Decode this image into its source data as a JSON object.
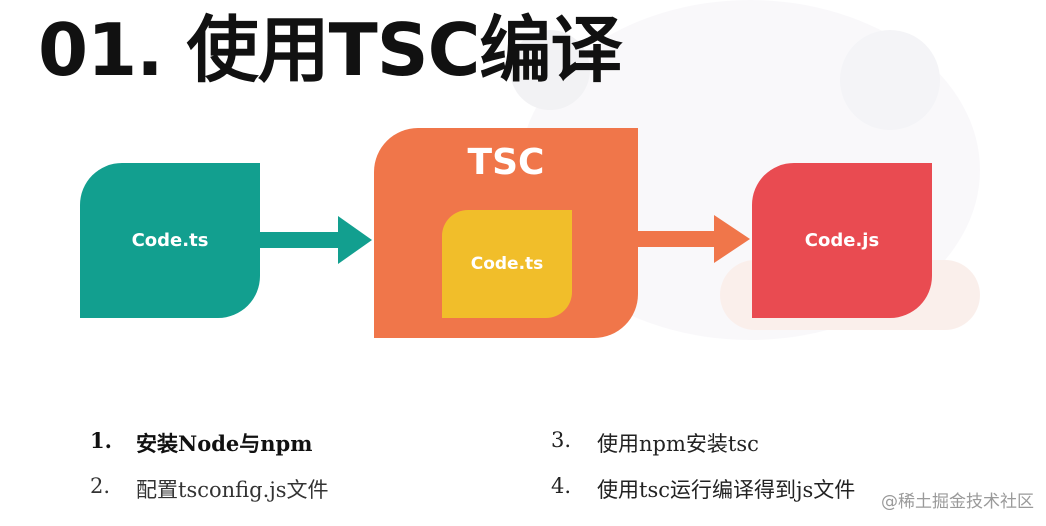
{
  "title": "01. 使用TSC编译",
  "diagram": {
    "source_node": "Code.ts",
    "compiler_node": "TSC",
    "compiler_inner_node": "Code.ts",
    "output_node": "Code.js"
  },
  "steps": [
    {
      "num": "1.",
      "text": "安装Node与npm"
    },
    {
      "num": "2.",
      "text": "配置tsconfig.js文件"
    },
    {
      "num": "3.",
      "text": "使用npm安装tsc"
    },
    {
      "num": "4.",
      "text": "使用tsc运行编译得到js文件"
    }
  ],
  "watermark": "@稀土掘金技术社区",
  "colors": {
    "source": "#129f8f",
    "compiler": "#f0764a",
    "inner": "#f1be2a",
    "output": "#e94b51"
  }
}
